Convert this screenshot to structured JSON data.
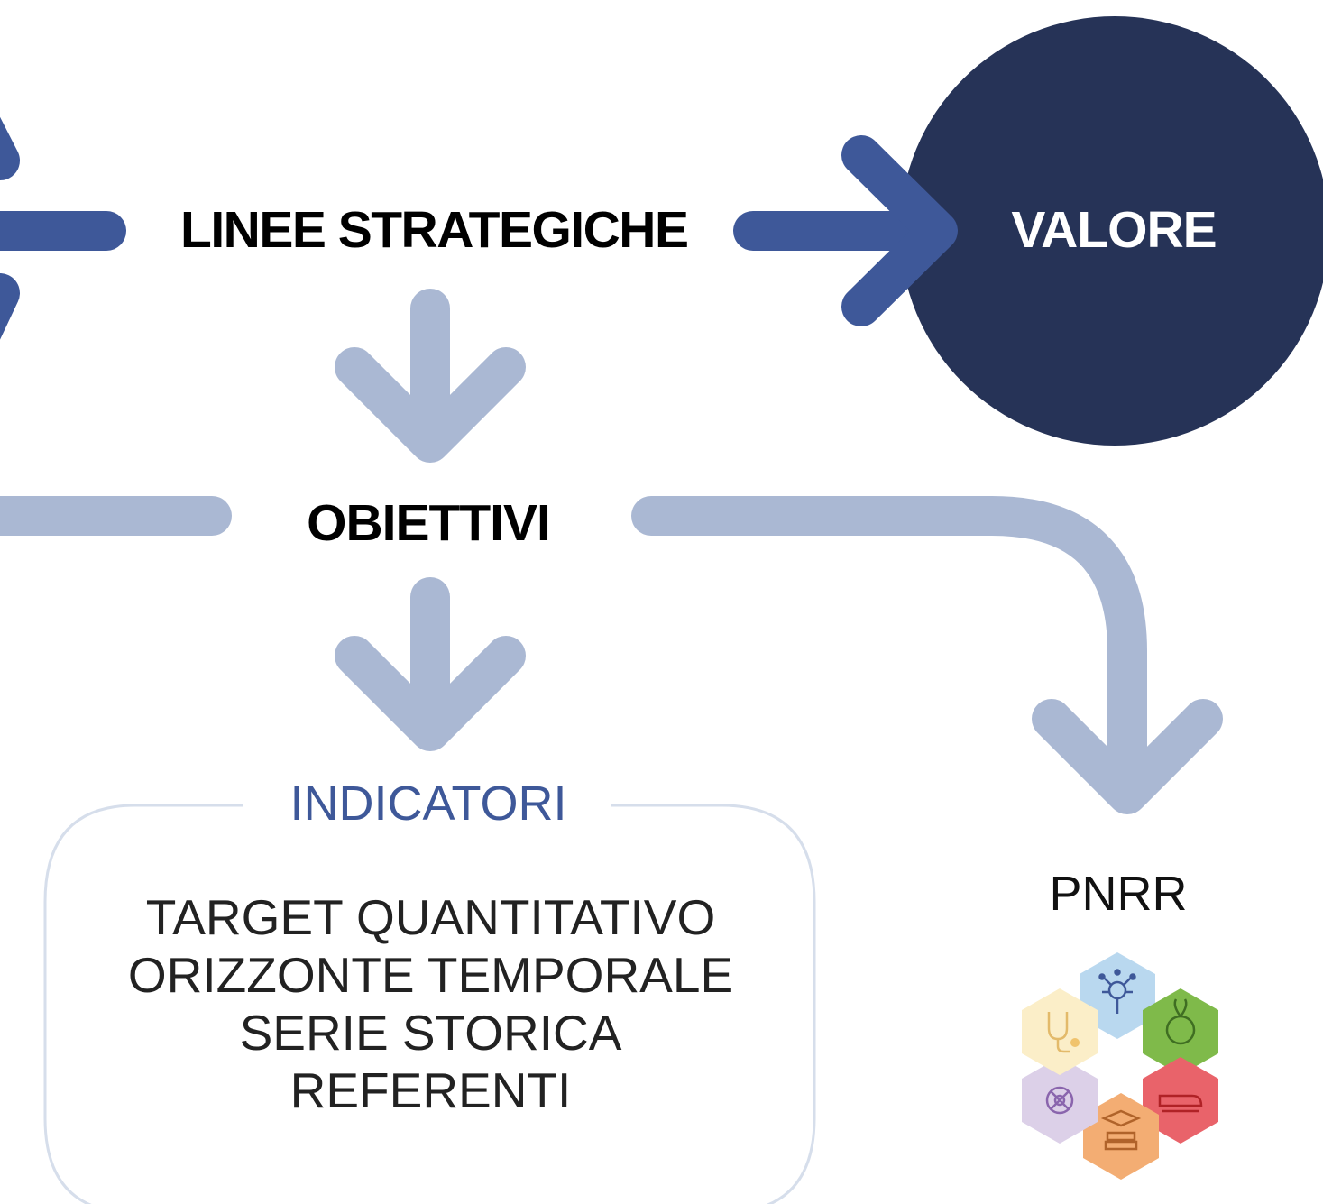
{
  "nodes": {
    "linee": "LINEE STRATEGICHE",
    "valore": "VALORE",
    "obiettivi": "OBIETTIVI",
    "indicatori": "INDICATORI",
    "pnrr": "PNRR"
  },
  "indicatori_items": [
    "TARGET QUANTITATIVO",
    "ORIZZONTE TEMPORALE",
    "SERIE STORICA",
    "REFERENTI"
  ],
  "colors": {
    "dark_arrow": "#3e5899",
    "light_arrow": "#aab8d3",
    "circle": "#263357",
    "box_border": "#d6deeb",
    "hex": [
      "#b9d8ef",
      "#7fba4a",
      "#e9636a",
      "#f3ad73",
      "#dcd0e8",
      "#fbeec8"
    ]
  },
  "icons": [
    "digital-network-icon",
    "green-globe-icon",
    "train-icon",
    "education-icon",
    "inclusion-icon",
    "health-stethoscope-icon"
  ]
}
